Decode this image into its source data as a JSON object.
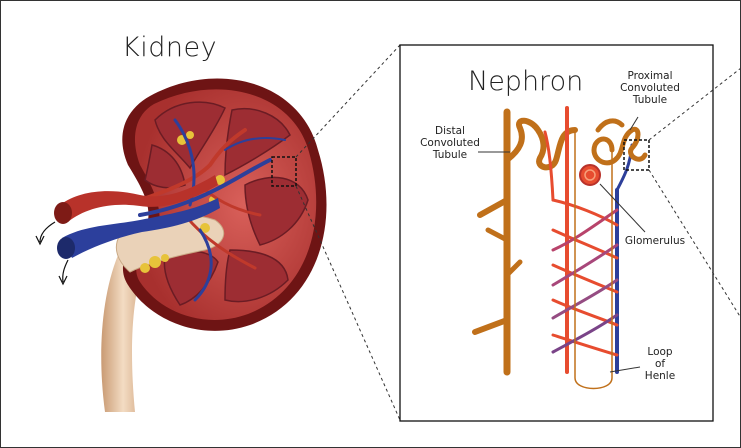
{
  "titles": {
    "kidney": "Kidney",
    "nephron": "Nephron"
  },
  "labels": {
    "distal": [
      "Distal",
      "Convoluted",
      "Tubule"
    ],
    "proximal": [
      "Proximal",
      "Convoluted",
      "Tubule"
    ],
    "glomerulus": "Glomerulus",
    "loop": [
      "Loop",
      "of",
      "Henle"
    ]
  },
  "colors": {
    "kidney_outer": "#6e1414",
    "kidney_cortex": "#c24a46",
    "pyramid": "#a8353a",
    "artery": "#c0392b",
    "vein": "#2d3f9a",
    "tubule": "#c0701a",
    "ureter": "#e8c7a4"
  }
}
